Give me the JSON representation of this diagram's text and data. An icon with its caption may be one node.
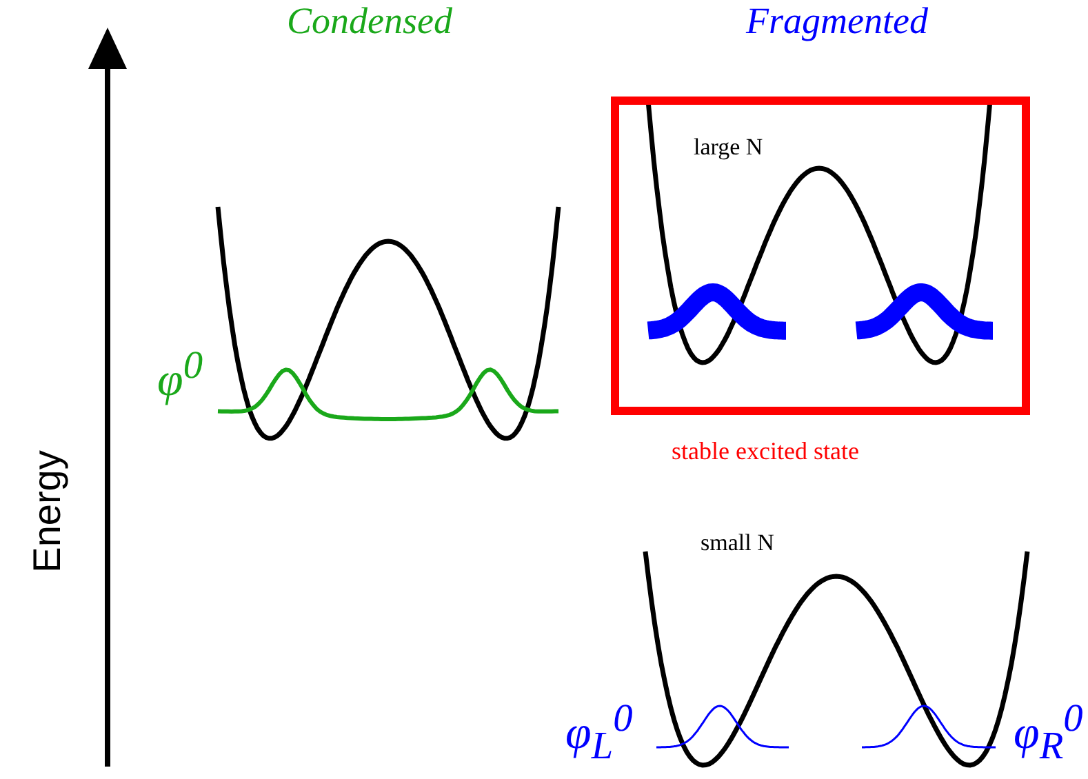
{
  "diagram": {
    "nodes": [
      {
        "text": [
          "large N"
        ],
        "beside": [
          "stable excited state"
        ]
      }
    ],
    "edges": [],
    "labels": [
      "Condensed",
      "Fragmented",
      "φ$^{0}$",
      "small N",
      "φ$_{L}$$^{0}$",
      "φ$_{R}$$^{0}$",
      "Energy"
    ]
  }
}
